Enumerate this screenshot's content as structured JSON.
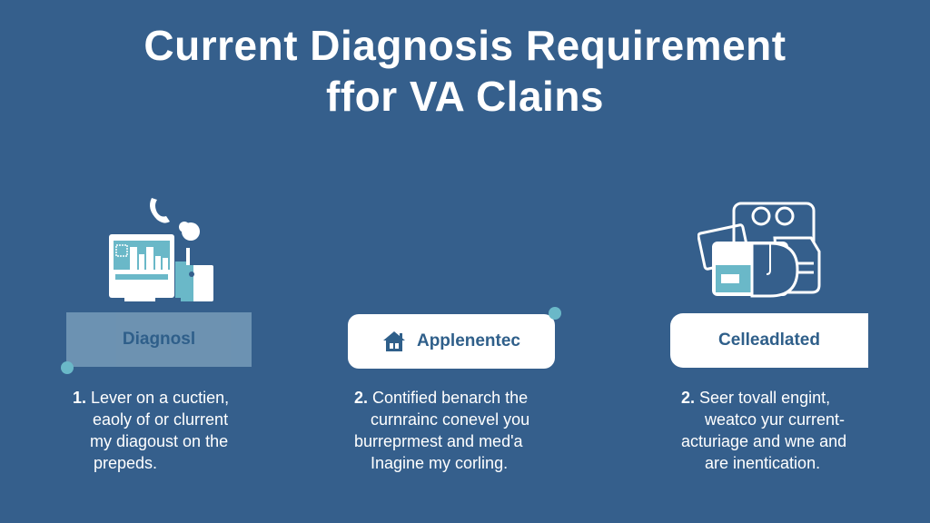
{
  "title": {
    "line1": "Current Diagnosis Requirement",
    "line2": "ffor VA Clains"
  },
  "colors": {
    "background": "#355f8c",
    "accent": "#6ab8c8",
    "label_text": "#2f5f8a",
    "text": "#ffffff"
  },
  "columns": [
    {
      "icon": "computer-phone-icon",
      "label": "Diagnosl",
      "number": "1.",
      "lines": [
        "Lever on a cuctien,",
        "eaoly of or clurrent",
        "my diagoust on the",
        "prepeds."
      ]
    },
    {
      "icon": "house-icon",
      "label": "Applenentec",
      "number": "2.",
      "lines": [
        "Contified benarch the",
        "curnrainc conevel you",
        "burreprmest and med'a",
        "Inagine my corling."
      ]
    },
    {
      "icon": "documents-people-icon",
      "label": "Celleadlated",
      "number": "2.",
      "lines": [
        "Seer tovall engint,",
        "weatco yur current-",
        "acturiage and wne and",
        "are inentication."
      ]
    }
  ]
}
